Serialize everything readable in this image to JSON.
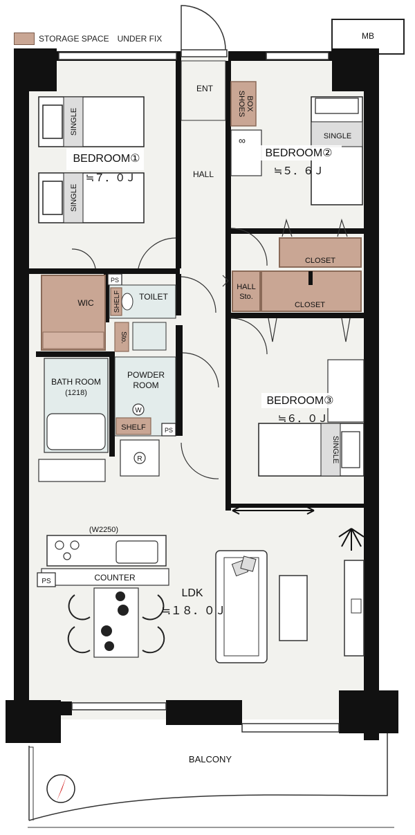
{
  "legend": {
    "swatch_color": "#c9a694",
    "label": "STORAGE SPACE",
    "note": "UNDER FIX"
  },
  "colors": {
    "wall": "#111111",
    "floor": "#f2f2ee",
    "wet_area": "#e3eceb",
    "storage": "#c9a694",
    "storage_dark": "#8a6a58"
  },
  "rooms": {
    "mb": "MB",
    "ent": "ENT",
    "shoes_box_1": "SHOES",
    "shoes_box_2": "BOX",
    "hall": "HALL",
    "bedroom1": {
      "name": "BEDROOM①",
      "size": "≒７．０Ｊ"
    },
    "bedroom2": {
      "name": "BEDROOM②",
      "size": "≒５．６Ｊ"
    },
    "bedroom3": {
      "name": "BEDROOM③",
      "size": "≒６．０Ｊ"
    },
    "single": "SINGLE",
    "wic": "WIC",
    "ps": "PS",
    "shelf": "SHELF",
    "toilet": "TOILET",
    "hall_sto_1": "HALL",
    "hall_sto_2": "Sto.",
    "closet": "CLOSET",
    "sto": "Sto.",
    "bath_room": "BATH ROOM",
    "bath_size": "(1218)",
    "powder_room_1": "POWDER",
    "powder_room_2": "ROOM",
    "washer": "W",
    "fridge": "R",
    "kitchen_width": "(W2250)",
    "counter": "COUNTER",
    "ldk": {
      "name": "LDK",
      "size": "≒１８．０Ｊ"
    },
    "balcony": "BALCONY"
  }
}
